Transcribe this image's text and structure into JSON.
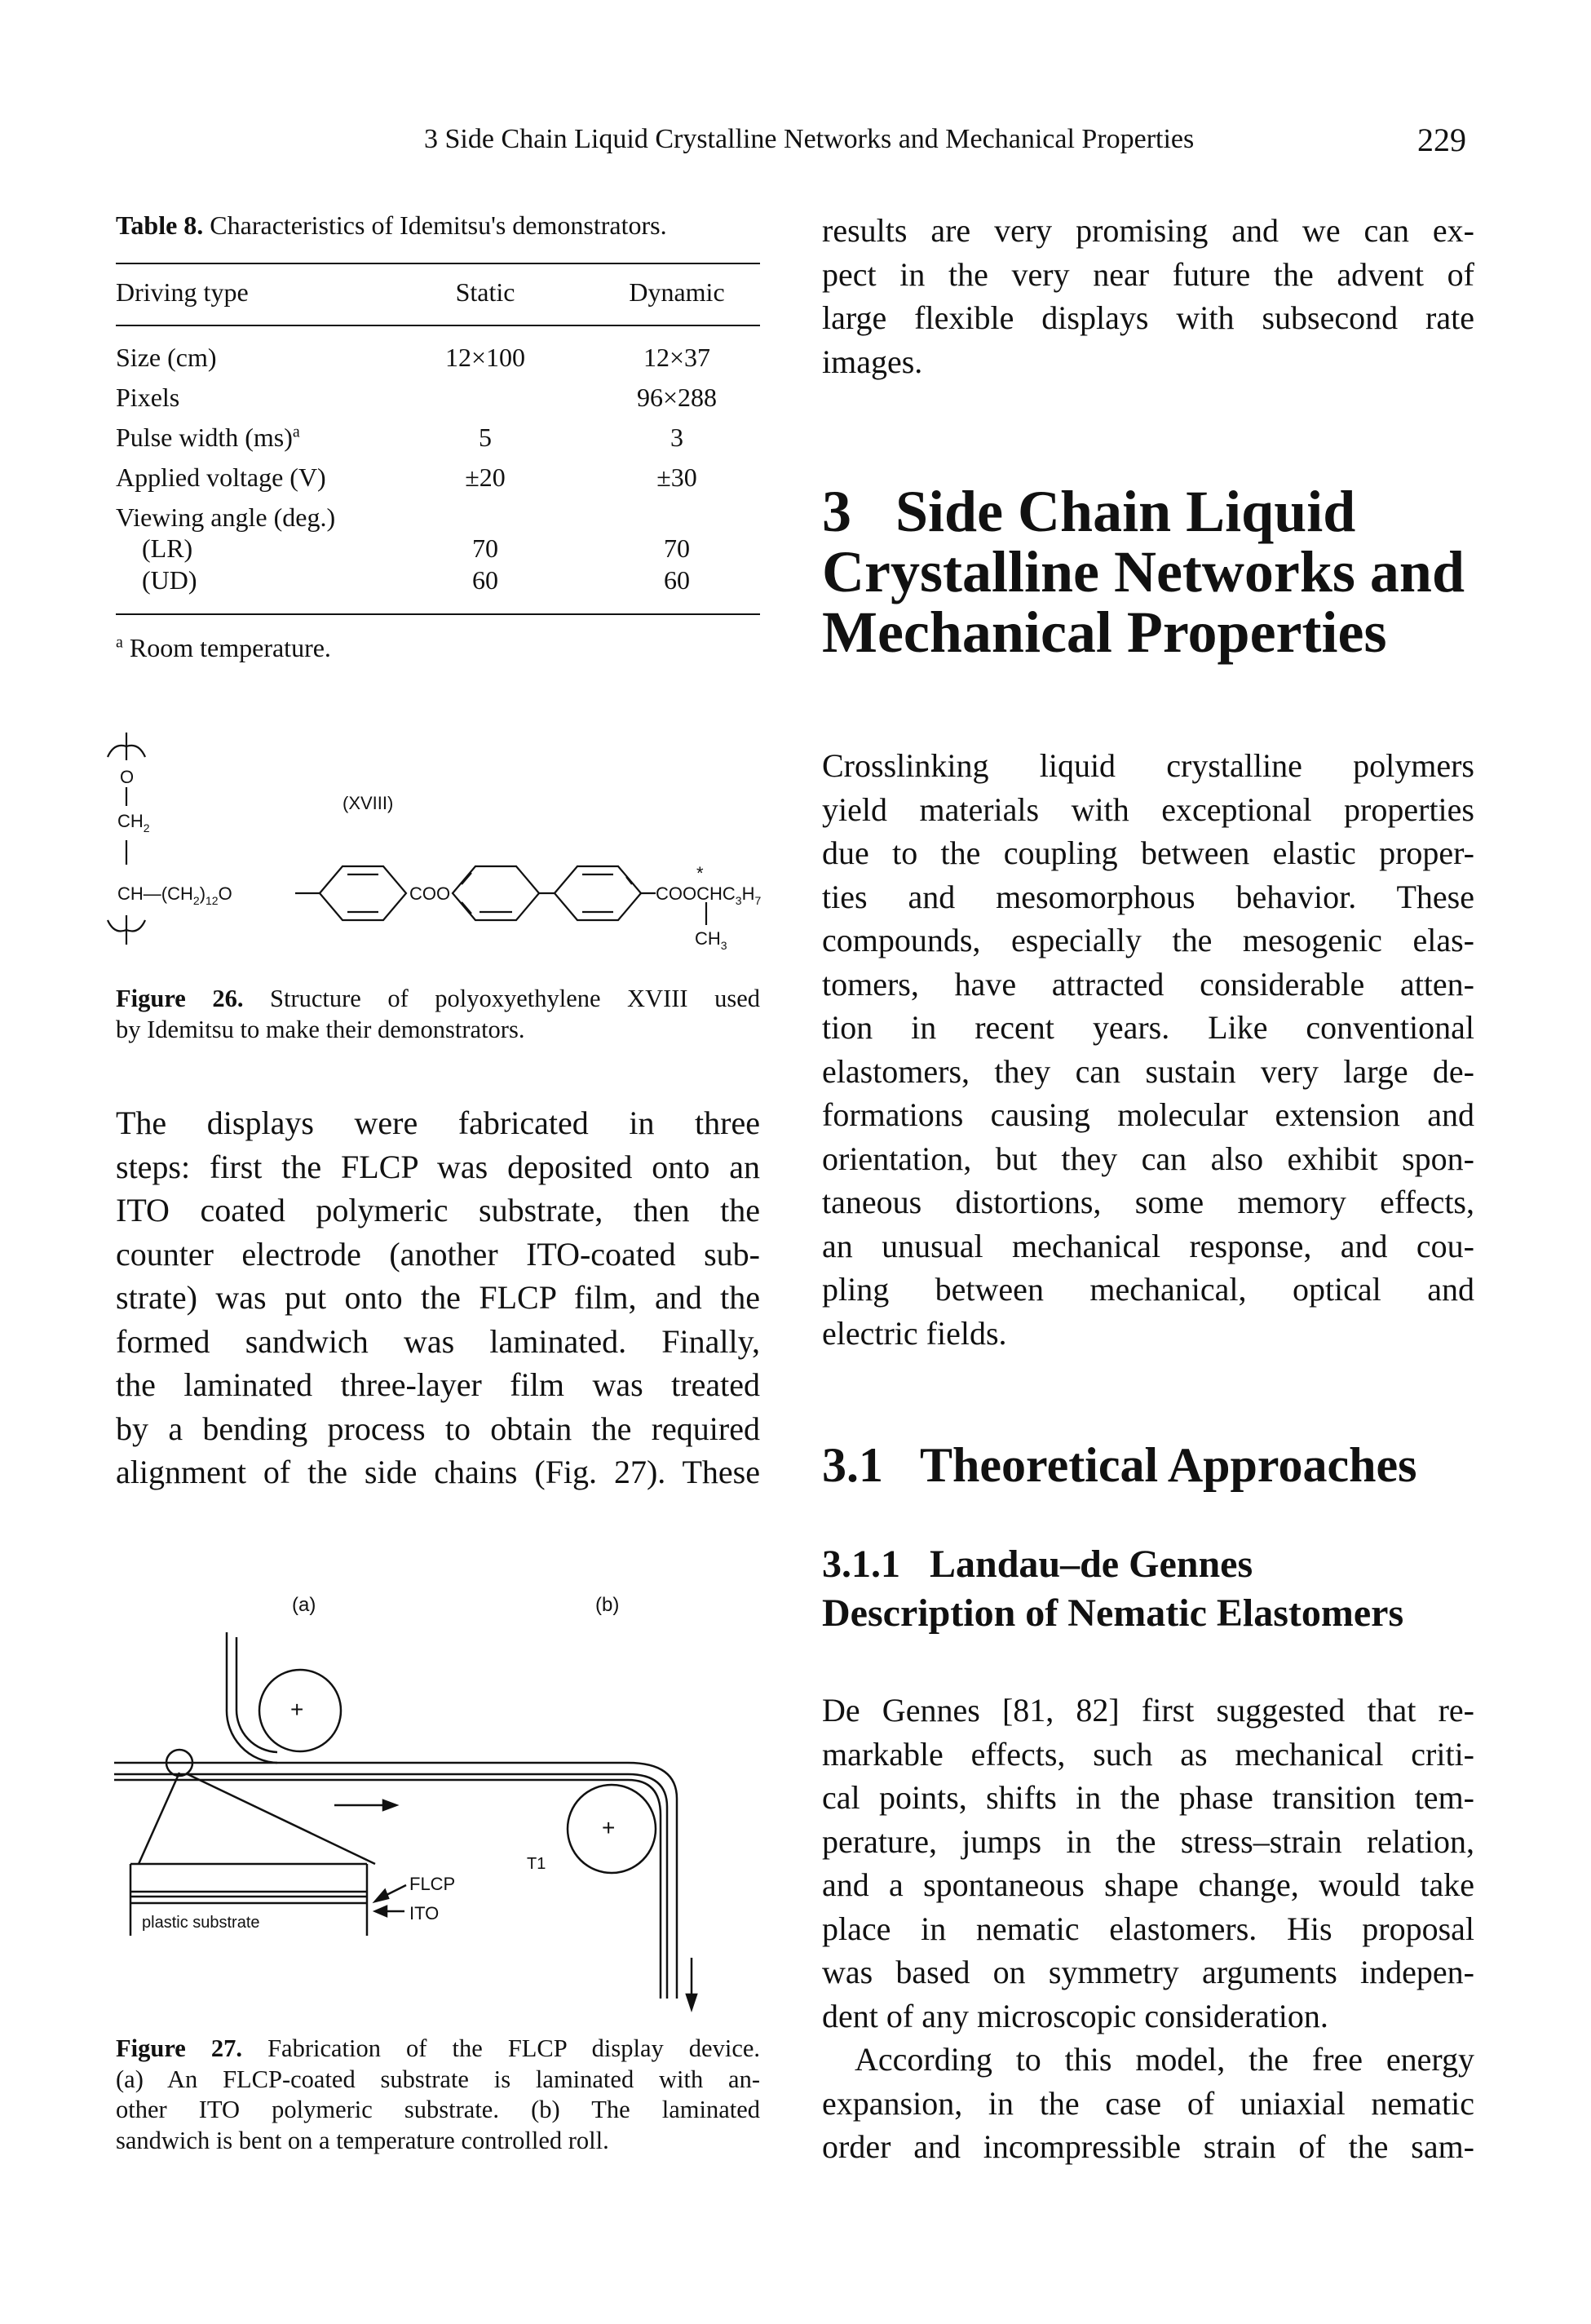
{
  "running_head": {
    "title": "3   Side Chain Liquid Crystalline Networks and Mechanical Properties",
    "page": "229"
  },
  "table8": {
    "caption_label": "Table 8.",
    "caption_text": "Characteristics of Idemitsu's demonstrators.",
    "header": [
      "Driving type",
      "Static",
      "Dynamic"
    ],
    "rows": [
      [
        "Size (cm)",
        "12×100",
        "12×37"
      ],
      [
        "Pixels",
        "",
        "96×288"
      ],
      [
        "Pulse width (ms)",
        "5",
        "3"
      ],
      [
        "Applied voltage (V)",
        "±20",
        "±30"
      ],
      [
        "Viewing angle (deg.)",
        "",
        ""
      ],
      [
        "(LR)",
        "70",
        "70"
      ],
      [
        "(UD)",
        "60",
        "60"
      ]
    ],
    "pulse_marker": "a",
    "footnote_marker": "a",
    "footnote": "Room temperature."
  },
  "figure26": {
    "compound_label": "(XVIII)",
    "o_label": "O",
    "ch2_label": "CH",
    "ch2_sub": "2",
    "chain_label": "CH—(CH",
    "chain_sub": "2",
    "chain_suffix": ")",
    "chain_sub2": "12",
    "chain_o": "O",
    "coo_label": "COO",
    "ester_label": "COOCHC",
    "ester_sub1": "3",
    "ester_h": "H",
    "ester_sub2": "7",
    "methyl_label": "CH",
    "methyl_sub": "3",
    "star": "*",
    "caption_label": "Figure 26.",
    "caption_lines": [
      "Structure of polyoxyethylene XVIII used",
      "by Idemitsu to make their demonstrators."
    ]
  },
  "left_para": [
    "The displays were fabricated in three",
    "steps: first the FLCP was deposited onto an",
    "ITO coated polymeric substrate, then the",
    "counter electrode (another ITO-coated sub-",
    "strate) was put onto the FLCP film, and the",
    "formed sandwich was laminated. Finally,",
    "the laminated three-layer film was treated",
    "by a bending process to obtain the required",
    "alignment of the side chains (Fig. 27). These"
  ],
  "figure27": {
    "label_a": "(a)",
    "label_b": "(b)",
    "plus": "+",
    "flcp": "FLCP",
    "ito": "ITO",
    "t1": "T1",
    "substrate": "plastic substrate",
    "caption_label": "Figure 27.",
    "caption_lines": [
      "Fabrication of the FLCP display device.",
      "(a) An FLCP-coated substrate is laminated with an-",
      "other ITO polymeric substrate. (b) The laminated",
      "sandwich is bent on a temperature controlled roll."
    ]
  },
  "right_top_para": [
    "results are very promising and we can ex-",
    "pect in the very near future the advent of",
    "large flexible displays with subsecond rate",
    "images."
  ],
  "section3": {
    "number": "3",
    "title_lines": [
      "Side Chain Liquid",
      "Crystalline Networks and",
      "Mechanical Properties"
    ]
  },
  "section3_para": [
    "Crosslinking liquid crystalline polymers",
    "yield materials with exceptional properties",
    "due to the coupling between elastic proper-",
    "ties and mesomorphous behavior. These",
    "compounds, especially the mesogenic elas-",
    "tomers, have attracted considerable atten-",
    "tion in recent years. Like conventional",
    "elastomers, they can sustain very large de-",
    "formations causing molecular extension and",
    "orientation, but they can also exhibit spon-",
    "taneous distortions, some memory effects,",
    "an unusual mechanical response, and cou-",
    "pling between mechanical, optical and",
    "electric fields."
  ],
  "section31": {
    "number": "3.1",
    "title": "Theoretical Approaches"
  },
  "section311": {
    "number": "3.1.1",
    "title_lines": [
      "Landau–de Gennes",
      "Description of Nematic Elastomers"
    ]
  },
  "section311_para": [
    "De Gennes [81, 82] first suggested that re-",
    "markable effects, such as mechanical criti-",
    "cal points, shifts in the phase transition tem-",
    "perature, jumps in the stress–strain relation,",
    "and a spontaneous shape change, would take",
    "place in nematic elastomers. His proposal",
    "was based on symmetry arguments indepen-",
    "dent of any microscopic consideration."
  ],
  "section311_para2": [
    "According to this model, the free energy",
    "expansion, in the case of uniaxial nematic",
    "order and incompressible strain of the sam-"
  ]
}
